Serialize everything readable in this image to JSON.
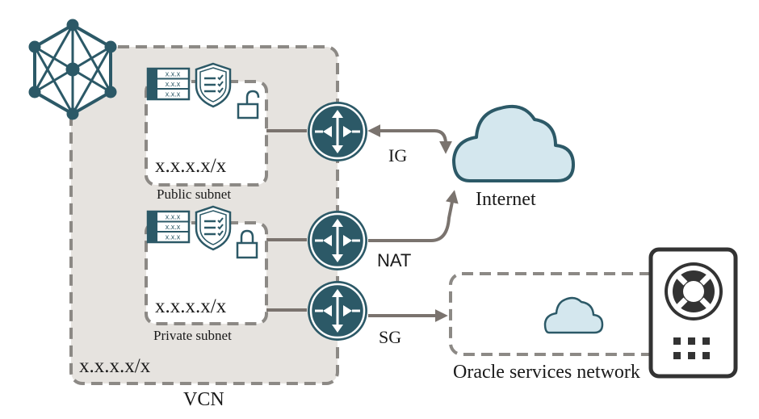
{
  "diagram": {
    "vcn": {
      "label": "VCN",
      "cidr": "x.x.x.x/x"
    },
    "public_subnet": {
      "label": "Public subnet",
      "cidr": "x.x.x.x/x",
      "route_entries": [
        "x.x.x",
        "x.x.x",
        "x.x.x"
      ]
    },
    "private_subnet": {
      "label": "Private subnet",
      "cidr": "x.x.x.x/x",
      "route_entries": [
        "x.x.x",
        "x.x.x",
        "x.x.x"
      ]
    },
    "gateways": {
      "internet": "IG",
      "nat": "NAT",
      "service": "SG"
    },
    "internet_label": "Internet",
    "oracle_services_label": "Oracle services network",
    "colors": {
      "teal": "#2c5967",
      "cloud_fill": "#d4e7ee",
      "vcn_fill": "#e6e3df",
      "dash_stroke": "#8c8985",
      "connector": "#7a736e"
    }
  }
}
